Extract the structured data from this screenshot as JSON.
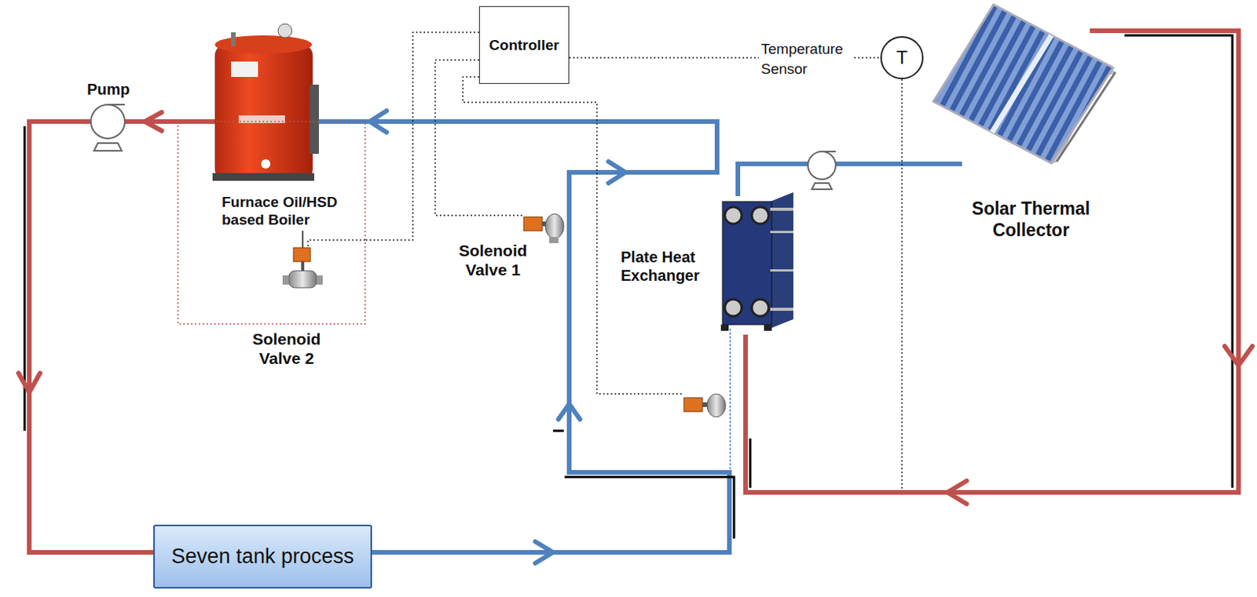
{
  "diagram": {
    "nodes": [
      {
        "text": [
          "Controller"
        ]
      },
      {
        "text": [
          "T"
        ]
      },
      {
        "text": [
          "Seven tank process"
        ]
      }
    ],
    "edges": [
      {
        "from": 0,
        "to": 1,
        "arrow": "none"
      }
    ],
    "labels": [
      "Temperature Sensor",
      "Pump",
      "Furnace Oil/HSD based Boiler",
      "Solenoid Valve 2",
      "Solenoid Valve 1",
      "Plate Heat Exchanger",
      "Solar Thermal Collector"
    ]
  }
}
